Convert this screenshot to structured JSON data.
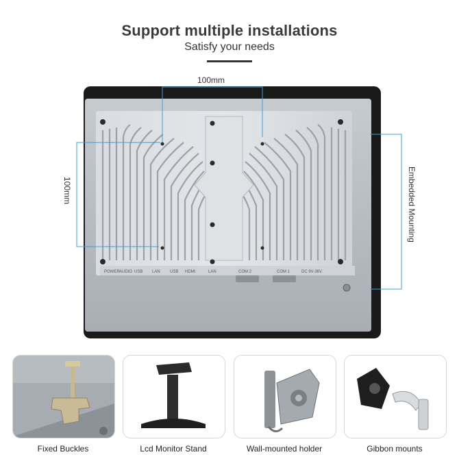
{
  "header": {
    "title": "Support multiple installations",
    "subtitle": "Satisfy your needs"
  },
  "dimensions": {
    "horizontal": "100mm",
    "vertical": "100mm",
    "embedded": "Embedded Mounting"
  },
  "ports": {
    "power": "POWER",
    "audio": "AUDIO",
    "usb1": "USB",
    "lan1": "LAN",
    "usb2": "USB",
    "hdmi": "HDMI",
    "lan2": "LAN",
    "com2": "COM 2",
    "com1": "COM 1",
    "dc": "DC 9V-36V"
  },
  "installations": [
    {
      "label": "Fixed Buckles"
    },
    {
      "label": "Lcd Monitor Stand"
    },
    {
      "label": "Wall-mounted holder"
    },
    {
      "label": "Gibbon mounts"
    }
  ],
  "colors": {
    "accent_line": "#3aa0d8",
    "bezel": "#1a1a1a",
    "panel": "#b9bec3",
    "heatsink": "#d4d8dc"
  }
}
